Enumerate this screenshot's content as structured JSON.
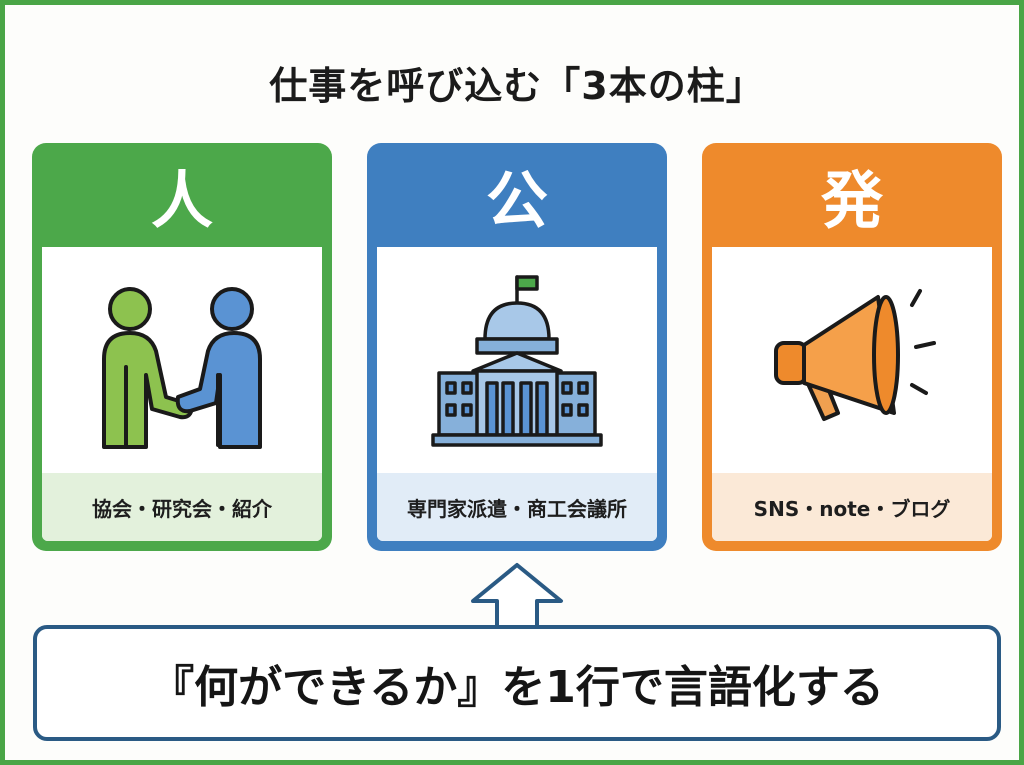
{
  "title": "仕事を呼び込む「3本の柱」",
  "pillars": [
    {
      "heading": "人",
      "caption": "協会・研究会・紹介",
      "icon": "handshake-people-icon",
      "color": "#4ca84a"
    },
    {
      "heading": "公",
      "caption": "専門家派遣・商工会議所",
      "icon": "government-building-icon",
      "color": "#3f7fc0"
    },
    {
      "heading": "発",
      "caption": "SNS・note・ブログ",
      "icon": "megaphone-icon",
      "color": "#ee8a2c"
    }
  ],
  "foundation": {
    "text": "『何ができるか』を1行で言語化する",
    "border_color": "#2a5a84"
  },
  "colors": {
    "frame": "#4aa546"
  }
}
